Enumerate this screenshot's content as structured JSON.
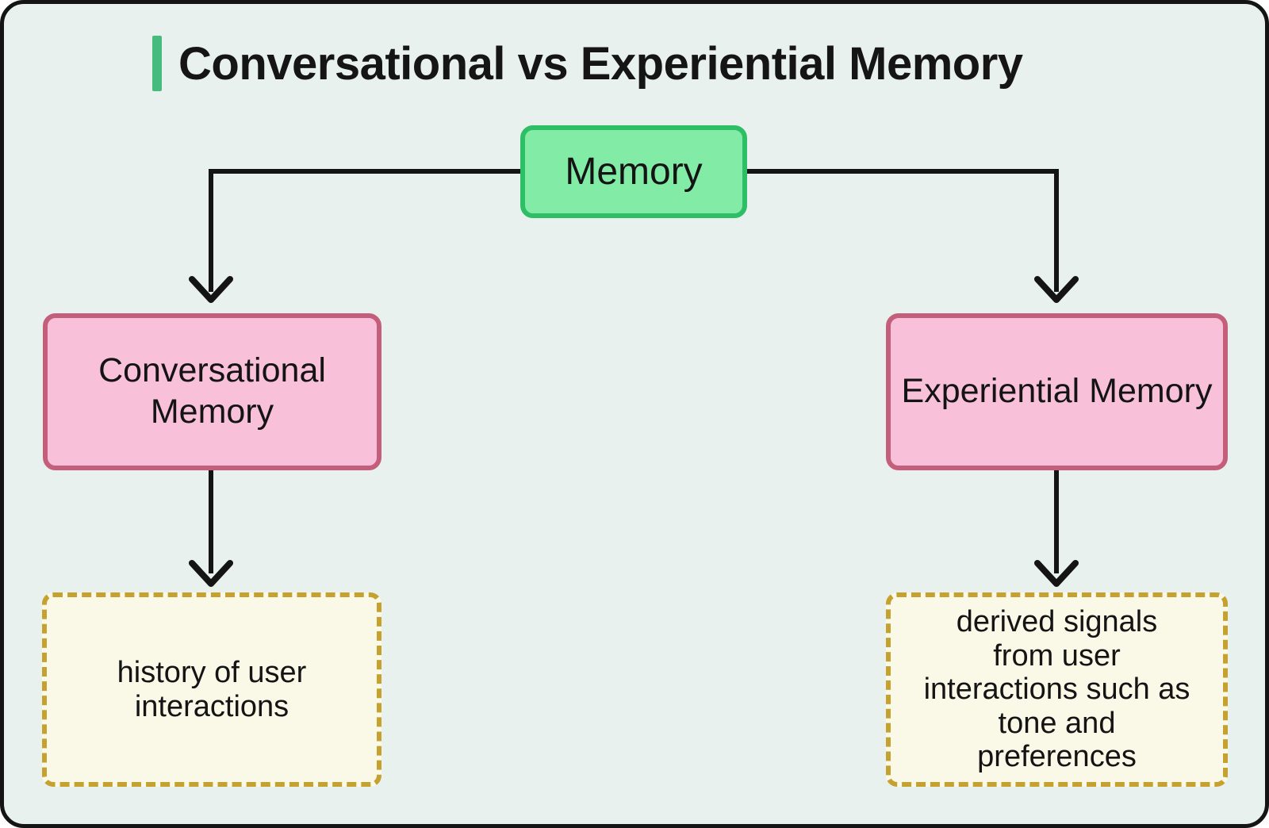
{
  "title": "Conversational vs Experiential Memory",
  "root": {
    "label": "Memory"
  },
  "branches": [
    {
      "label": "Conversational Memory",
      "detail": "history of user interactions"
    },
    {
      "label": "Experiential Memory",
      "detail": "derived signals from user interactions such as tone and preferences"
    }
  ],
  "colors": {
    "canvas_background": "#e8f1ed",
    "outer_border": "#141414",
    "title_accent_bar": "#45bb7e",
    "root_fill": "#82eba6",
    "root_border": "#2dbe66",
    "branch_fill": "#f9c0da",
    "branch_border": "#c45f7b",
    "leaf_fill": "#faf8e6",
    "leaf_border": "#c5a12f",
    "connector_line": "#141414",
    "text": "#151515"
  }
}
